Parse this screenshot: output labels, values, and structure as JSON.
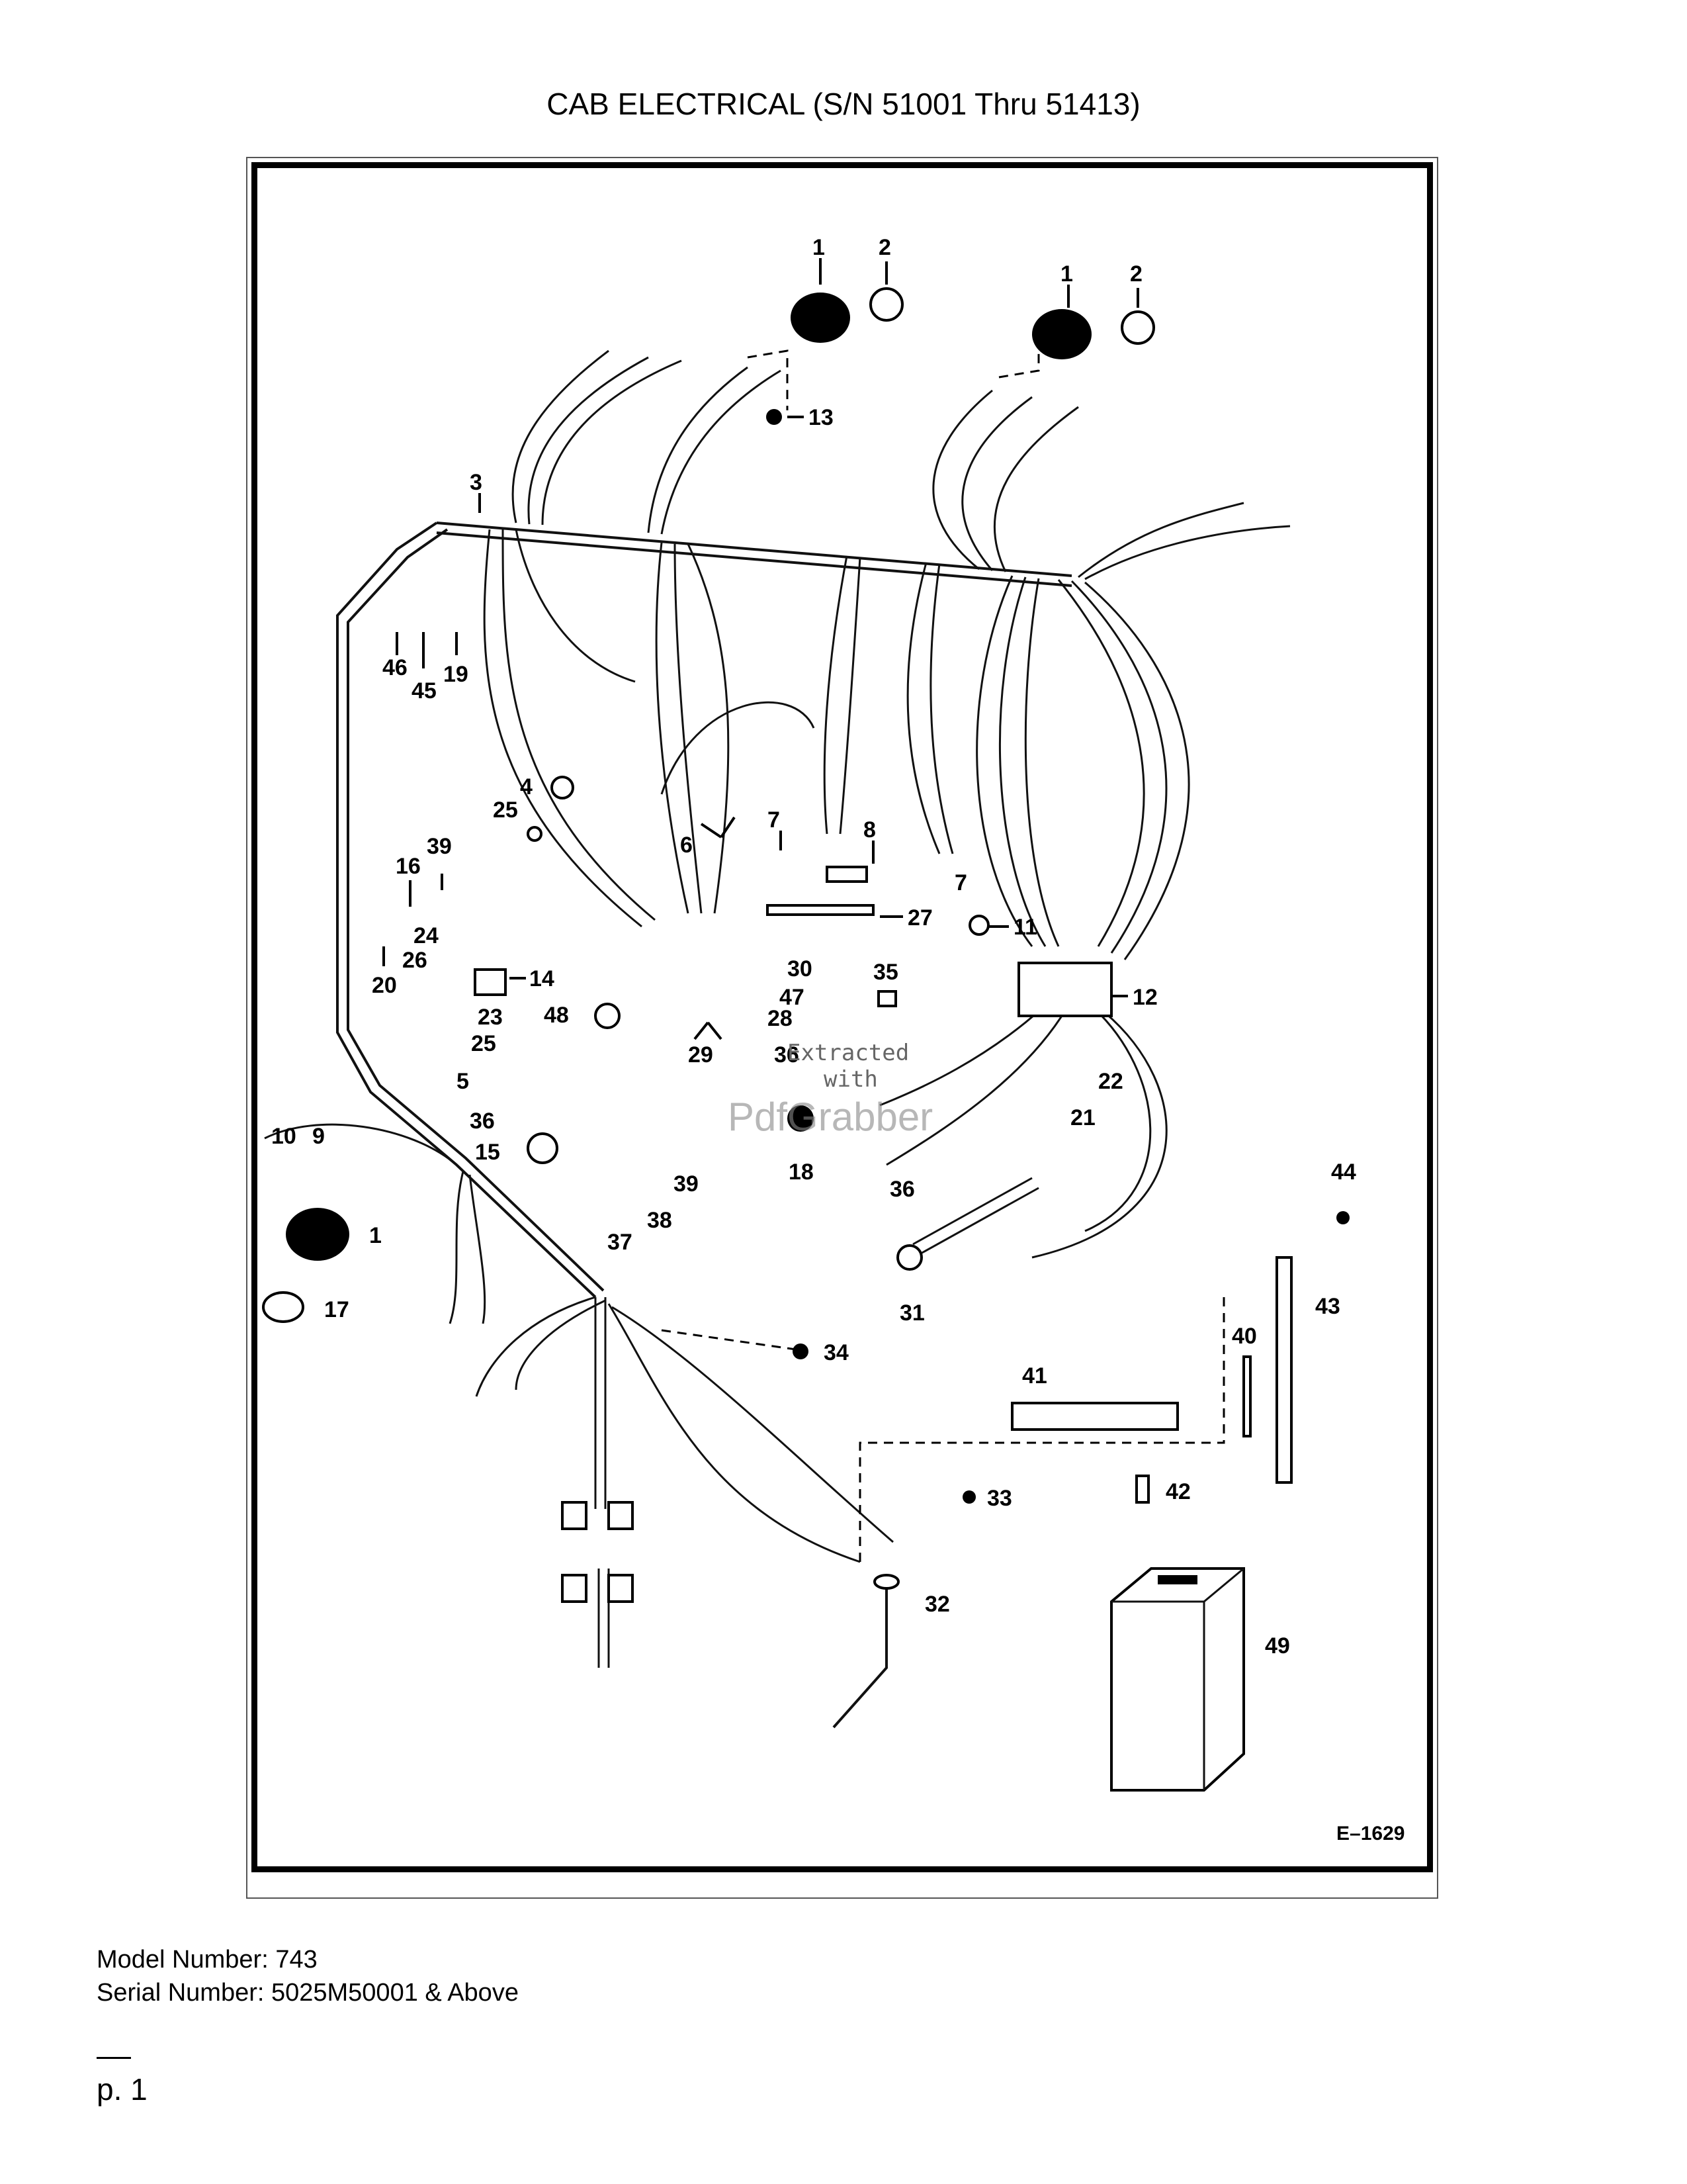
{
  "page_title": "CAB ELECTRICAL (S/N 51001 Thru 51413)",
  "figure_id": "E–1629",
  "watermark": {
    "line1": "Extracted",
    "line2": "with",
    "brand": "PdfGrabber"
  },
  "callouts": {
    "c1a": "1",
    "c2a": "2",
    "c1b": "1",
    "c2b": "2",
    "c13": "13",
    "c3": "3",
    "c46": "46",
    "c45": "45",
    "c19": "19",
    "c4": "4",
    "c25a": "25",
    "c6": "6",
    "c7a": "7",
    "c8": "8",
    "c7b": "7",
    "c16": "16",
    "c39a": "39",
    "c27": "27",
    "c11": "11",
    "c24": "24",
    "c26": "26",
    "c20": "20",
    "c14": "14",
    "c30": "30",
    "c35": "35",
    "c12": "12",
    "c23": "23",
    "c48": "48",
    "c47": "47",
    "c28": "28",
    "c25b": "25",
    "c29": "29",
    "c36a": "36",
    "c5": "5",
    "c22": "22",
    "c36b": "36",
    "c21": "21",
    "c15": "15",
    "c18": "18",
    "c10": "10",
    "c9": "9",
    "c39b": "39",
    "c38": "38",
    "c37": "37",
    "c1c": "1",
    "c36c": "36",
    "c44": "44",
    "c17": "17",
    "c31": "31",
    "c43": "43",
    "c34": "34",
    "c40": "40",
    "c41": "41",
    "c33": "33",
    "c42": "42",
    "c32": "32",
    "c49": "49"
  },
  "footer": {
    "model": "Model Number: 743",
    "serial": "Serial Number: 5025M50001 & Above",
    "page": "p. 1"
  }
}
